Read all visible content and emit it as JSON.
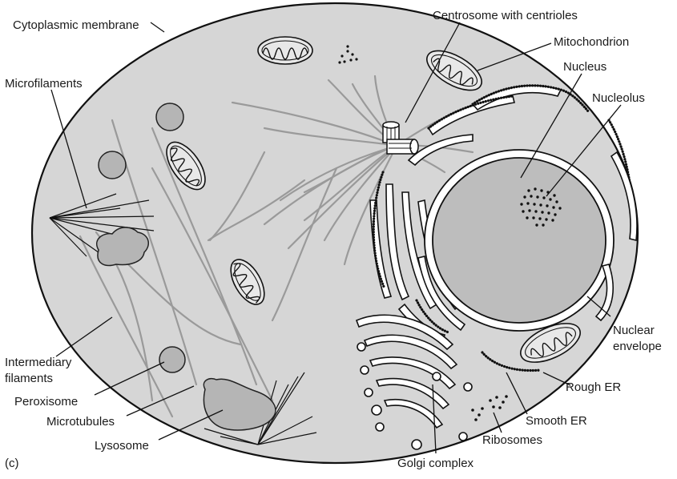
{
  "labels": {
    "cytoplasmic_membrane": "Cytoplasmic membrane",
    "centrosome": "Centrosome with centrioles",
    "mitochondrion": "Mitochondrion",
    "nucleus": "Nucleus",
    "nucleolus": "Nucleolus",
    "microfilaments": "Microfilaments",
    "intermediary_1": "Intermediary",
    "intermediary_2": "filaments",
    "peroxisome": "Peroxisome",
    "microtubules": "Microtubules",
    "lysosome": "Lysosome",
    "nuclear_1": "Nuclear",
    "nuclear_2": "envelope",
    "rough_er": "Rough ER",
    "smooth_er": "Smooth ER",
    "ribosomes": "Ribosomes",
    "golgi": "Golgi complex",
    "panel": "(c)"
  },
  "colors": {
    "cytoplasm": "#d6d6d6",
    "nucleus": "#bdbdbd",
    "organelle": "#b5b5b5",
    "filament": "#9a9a9a",
    "outline": "#111111"
  }
}
